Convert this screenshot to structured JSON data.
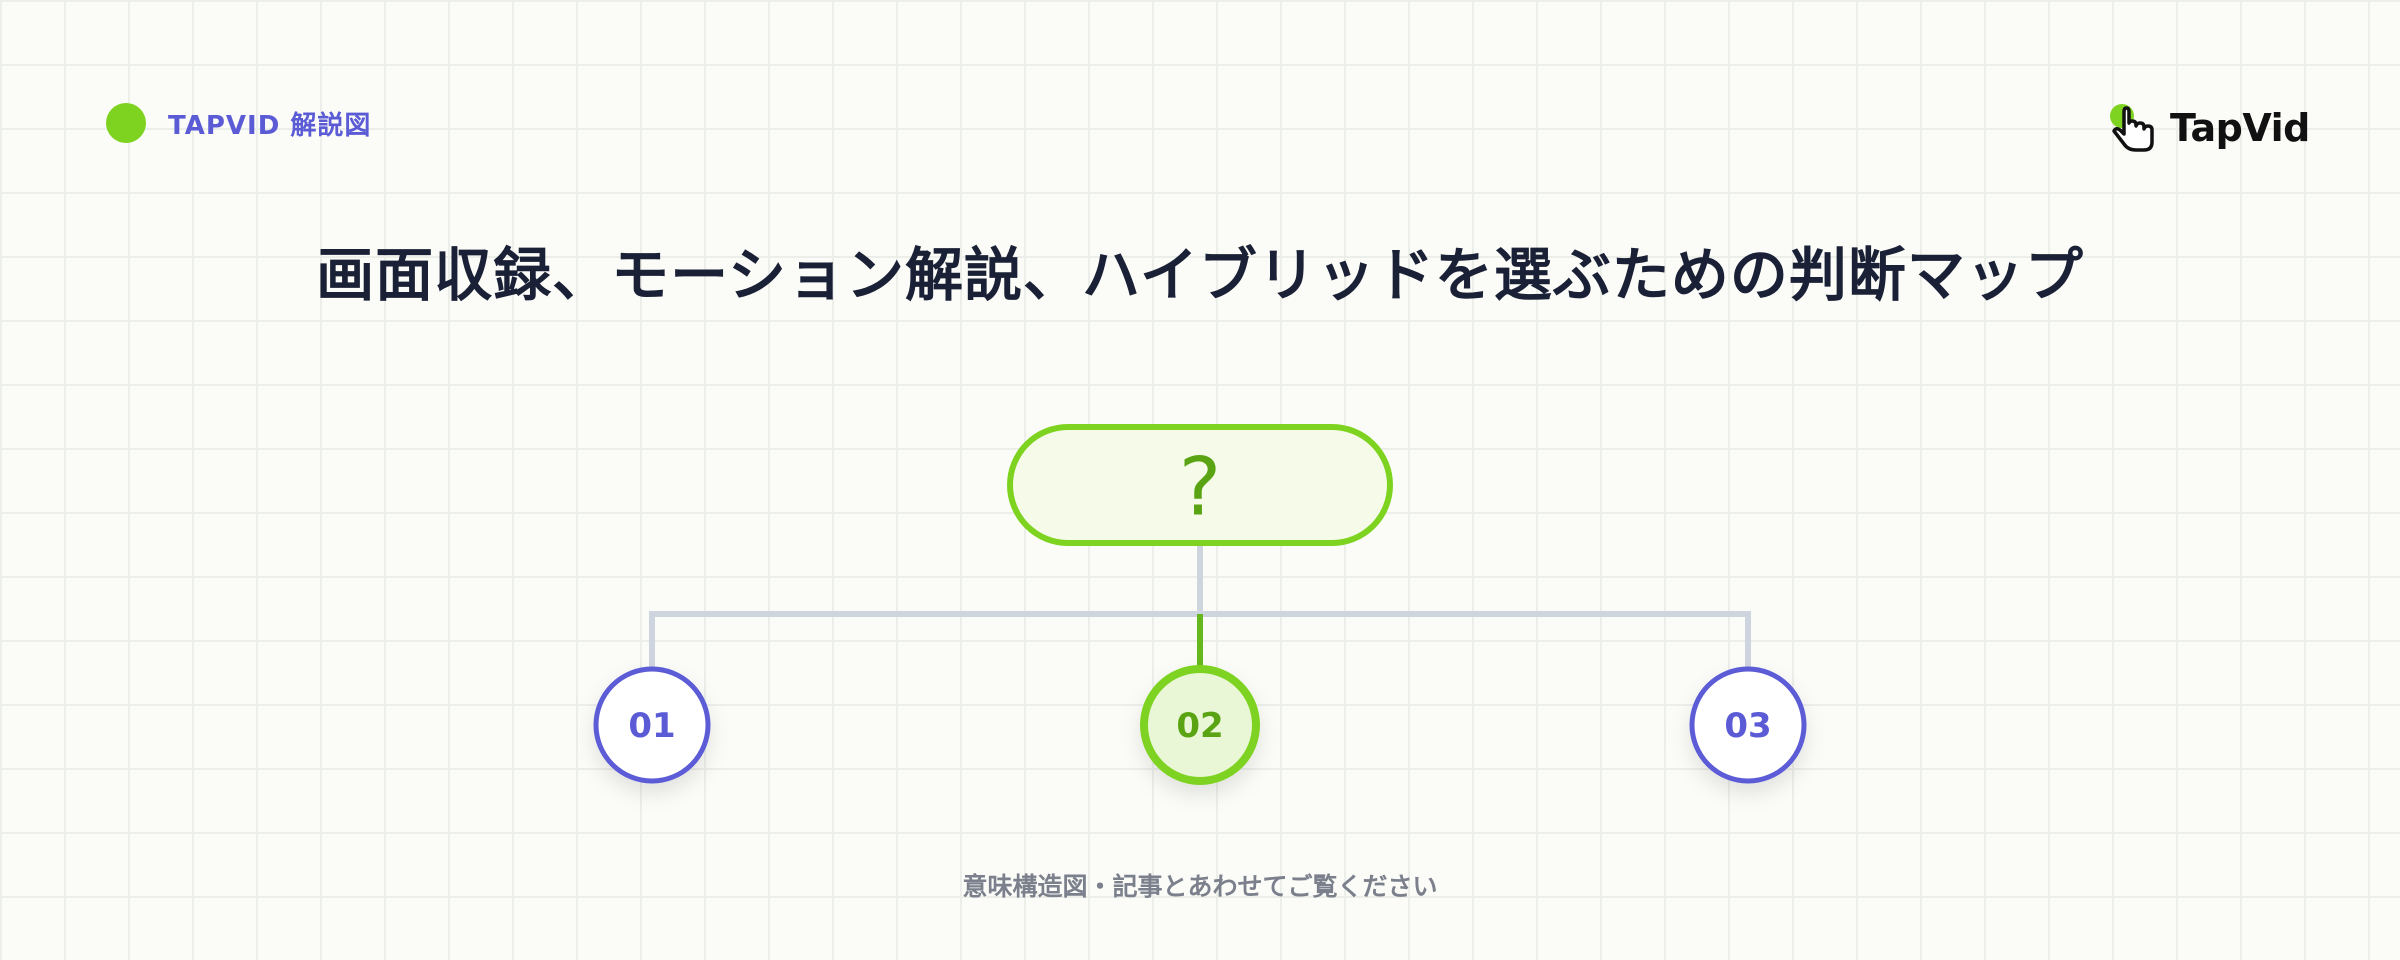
{
  "header": {
    "brand_tag": "TAPVID 解説図",
    "logo_text": "TapVid"
  },
  "title": "画面収録、モーション解説、ハイブリッドを選ぶための判断マップ",
  "diagram": {
    "root_label": "?",
    "nodes": [
      {
        "label": "01",
        "highlighted": false
      },
      {
        "label": "02",
        "highlighted": true
      },
      {
        "label": "03",
        "highlighted": false
      }
    ]
  },
  "caption": "意味構造図・記事とあわせてご覧ください",
  "colors": {
    "accent_green": "#7ed321",
    "dark_green": "#5aa414",
    "indigo": "#5b5bd6",
    "connector_gray": "#cfd5df",
    "root_fill": "#f5fbe8",
    "node2_fill": "#eaf7d6",
    "title_text": "#1a2035",
    "caption_text": "#7b808c"
  }
}
